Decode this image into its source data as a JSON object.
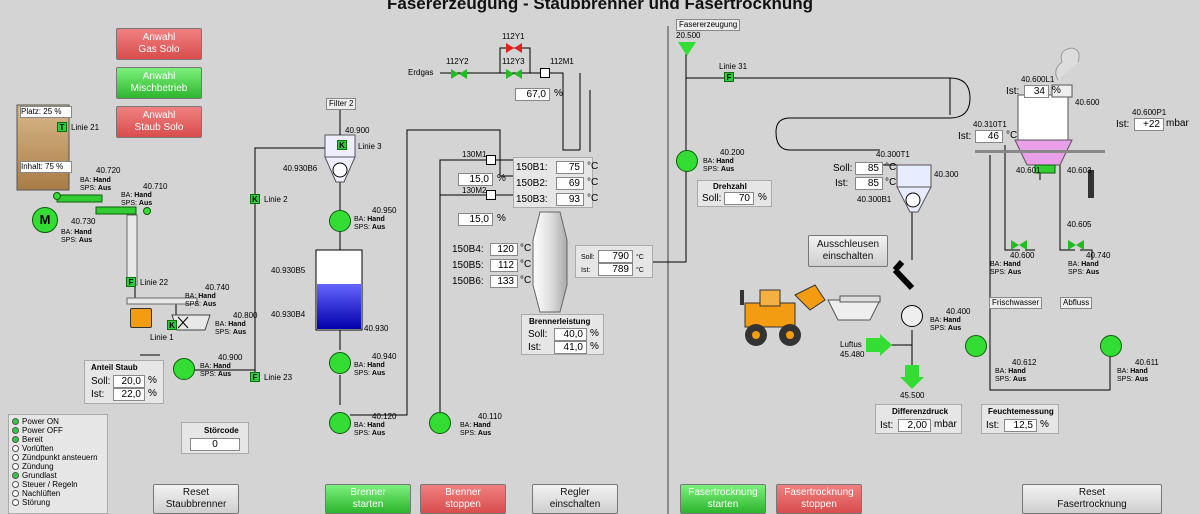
{
  "title": "Fasererzeugung - Staubbrenner und Fasertrocknung",
  "mode_buttons": [
    {
      "label": "Anwahl\nGas Solo",
      "color": "red"
    },
    {
      "label": "Anwahl\nMischbetrieb",
      "color": "green"
    },
    {
      "label": "Anwahl\nStaub Solo",
      "color": "red"
    }
  ],
  "silo": {
    "platz_label": "Platz",
    "platz_value": "25",
    "inhalt_label": "Inhalt",
    "inhalt_value": "75",
    "unit": "%"
  },
  "lines": {
    "linie21": "Linie 21",
    "linie22": "Linie 22",
    "linie1": "Linie 1",
    "linie23": "Linie 23",
    "linie2": "Linie 2",
    "linie3": "Linie 3",
    "linie31": "Linie 31",
    "filter2": "Filter 2",
    "erdgas": "Erdgas",
    "fasererzeugung": "Fasererzeugung"
  },
  "hand_labels": {
    "ba": "BA:",
    "sps": "SPS:",
    "hand": "Hand",
    "aus": "Aus"
  },
  "tags": {
    "t40720": "40.720",
    "t40710": "40.710",
    "t40730": "40.730",
    "t40740": "40.740",
    "t40800": "40.800",
    "t40900": "40.900",
    "t40900b": "40.900",
    "t40930B6": "40.930B6",
    "t40950": "40.950",
    "t40930B5": "40.930B5",
    "t40930B4": "40.930B4",
    "t40930": "40.930",
    "t40940": "40.940",
    "t40120": "40.120",
    "t40110": "40.110",
    "t112Y1": "112Y1",
    "t112Y2": "112Y2",
    "t112Y3": "112Y3",
    "t112M1": "112M1",
    "t130M1": "130M1",
    "t130M2": "130M2",
    "t20500": "20.500",
    "t40200": "40.200",
    "t40300T1": "40.300T1",
    "t40300": "40.300",
    "t40300B1": "40.300B1",
    "t40310T1": "40.310T1",
    "t40600L1": "40.600L1",
    "t40600": "40.600",
    "t40600P1": "40.600P1",
    "t40601": "40.601",
    "t40603": "40.603",
    "t40605": "40.605",
    "t40600b": "40.600",
    "t40740b": "40.740",
    "t40400": "40.400",
    "t45480": "45.480",
    "t45500": "45.500",
    "t40612": "40.612",
    "t40611": "40.611",
    "luftus": "Luftus"
  },
  "gas": {
    "value112m1": "67,0",
    "value130m1": "15,0",
    "value130m2": "15,0",
    "unit": "%"
  },
  "temps": {
    "rows": [
      {
        "label": "150B1:",
        "value": "75"
      },
      {
        "label": "150B2:",
        "value": "69"
      },
      {
        "label": "150B3:",
        "value": "93"
      }
    ],
    "rows2": [
      {
        "label": "150B4:",
        "value": "120"
      },
      {
        "label": "150B5:",
        "value": "112"
      },
      {
        "label": "150B6:",
        "value": "133"
      }
    ],
    "unit": "°C"
  },
  "burner_temp": {
    "soll_label": "Soll:",
    "soll": "790",
    "ist_label": "Ist:",
    "ist": "789",
    "unit": "°C"
  },
  "brennerleistung": {
    "title": "Brennerleistung",
    "soll_label": "Soll:",
    "soll": "40,0",
    "ist_label": "Ist:",
    "ist": "41,0",
    "unit": "%"
  },
  "anteil_staub": {
    "title": "Anteil Staub",
    "soll_label": "Soll:",
    "soll": "20,0",
    "ist_label": "Ist:",
    "ist": "22,0",
    "unit": "%"
  },
  "stoercode": {
    "title": "Störcode",
    "value": "0"
  },
  "drehzahl": {
    "title": "Drehzahl",
    "soll_label": "Soll:",
    "soll": "70",
    "unit": "%"
  },
  "cyclone_temp": {
    "soll_label": "Soll:",
    "soll": "85",
    "ist_label": "Ist:",
    "ist": "85",
    "unit": "°C"
  },
  "ist46": {
    "label": "Ist:",
    "value": "46",
    "unit": "°C"
  },
  "level": {
    "label": "Ist:",
    "value": "34",
    "unit": "%"
  },
  "pressure": {
    "label": "Ist:",
    "value": "+22",
    "unit": "mbar"
  },
  "ausschleusen": {
    "label": "Ausschleusen\neinschalten"
  },
  "frischwasser": "Frischwasser",
  "abfluss": "Abfluss",
  "differenzdruck": {
    "title": "Differenzdruck",
    "label": "Ist:",
    "value": "2,00",
    "unit": "mbar"
  },
  "feuchtemessung": {
    "title": "Feuchtemessung",
    "label": "Ist:",
    "value": "12,5",
    "unit": "%"
  },
  "status": [
    {
      "label": "Power ON",
      "on": true
    },
    {
      "label": "Power OFF",
      "on": true
    },
    {
      "label": "Bereit",
      "on": true
    },
    {
      "label": "Vorlüften",
      "on": false
    },
    {
      "label": "Zündpunkt ansteuern",
      "on": false
    },
    {
      "label": "Zündung",
      "on": false
    },
    {
      "label": "Grundlast",
      "on": true
    },
    {
      "label": "Steuer / Regeln",
      "on": false
    },
    {
      "label": "Nachlüften",
      "on": false
    },
    {
      "label": "Störung",
      "on": false
    }
  ],
  "bottom_buttons": [
    {
      "label": "Reset\nStaubbrenner",
      "color": "gray"
    },
    {
      "label": "Brenner\nstarten",
      "color": "green"
    },
    {
      "label": "Brenner\nstoppen",
      "color": "red"
    },
    {
      "label": "Regler\neinschalten",
      "color": "gray"
    },
    {
      "label": "Fasertrocknung\nstarten",
      "color": "green"
    },
    {
      "label": "Fasertrocknung\nstoppen",
      "color": "red"
    },
    {
      "label": "Reset\nFasertrocknung",
      "color": "gray"
    }
  ],
  "colors": {
    "pipe": "#000000",
    "valve_open": "#22bb22",
    "valve_closed": "#dd2222",
    "pump": "#33dd33",
    "water": "#2233dd"
  }
}
